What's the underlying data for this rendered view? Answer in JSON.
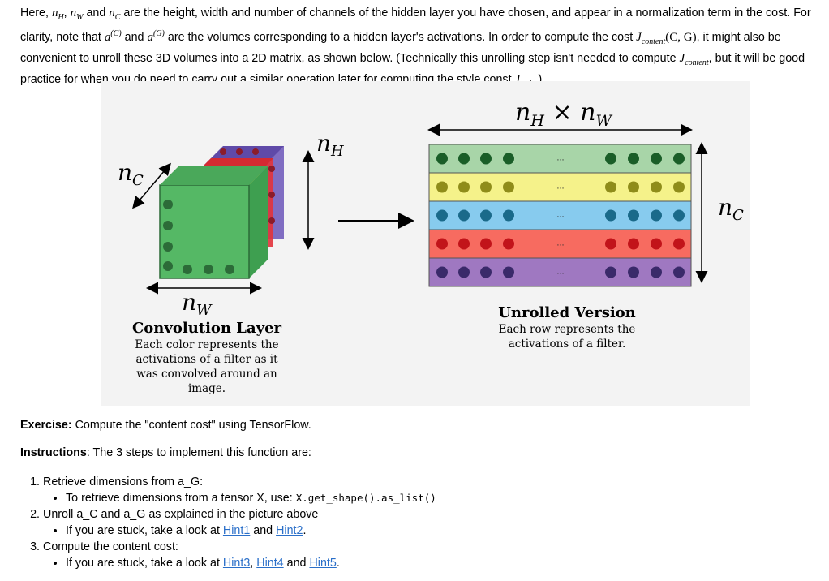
{
  "intro": {
    "t1": "Here, ",
    "nh": "n",
    "nh_sub": "H",
    "comma1": ", ",
    "nw": "n",
    "nw_sub": "W",
    "and1": " and ",
    "nc": "n",
    "nc_sub": "C",
    "t2": " are the height, width and number of channels of the hidden layer you have chosen, and appear in a normalization term in the cost. For clarity, note that ",
    "aC": "a",
    "aC_sup": "(C)",
    "and2": " and ",
    "aG": "a",
    "aG_sup": "(G)",
    "t3": " are the volumes corresponding to a hidden layer's activations. In order to compute the cost ",
    "J1": "J",
    "J1_sub": "content",
    "J1_args": "(C, G)",
    "t4": ", it might also be convenient to unroll these 3D volumes into a 2D matrix, as shown below. (Technically this unrolling step isn't needed to compute ",
    "J2": "J",
    "J2_sub": "content",
    "t5": ", but it will be good practice for when you do need to carry out a similar operation later for computing the style const ",
    "J3": "J",
    "J3_sub": "style",
    "t6": ".)"
  },
  "figure": {
    "conv_title": "Convolution Layer",
    "conv_desc": [
      "Each color represents the",
      "activations of a filter as it",
      "was convolved around an",
      "image."
    ],
    "unrolled_title": "Unrolled Version",
    "unrolled_desc": [
      "Each row represents the",
      "activations of a filter."
    ],
    "label_nc": "n",
    "label_nc_sub": "C",
    "label_nh": "n",
    "label_nh_sub": "H",
    "label_nw": "n",
    "label_nw_sub": "W",
    "label_top_a": "n",
    "label_top_a_sub": "H",
    "label_top_x": " × ",
    "label_top_b": "n",
    "label_top_b_sub": "W",
    "ellipsis": "...",
    "row_colors": [
      "#a8d5a8",
      "#f5f28a",
      "#87cbee",
      "#f76b60",
      "#9f78c1"
    ],
    "dot_colors": [
      "#1a5e28",
      "#8f8c1a",
      "#1a6a8a",
      "#c2141a",
      "#3a2a6a"
    ]
  },
  "exercise": {
    "label": "Exercise:",
    "text": " Compute the \"content cost\" using TensorFlow."
  },
  "instructions": {
    "label": "Instructions",
    "text": ": The 3 steps to implement this function are:"
  },
  "steps": [
    {
      "text": "Retrieve dimensions from a_G:",
      "sub_pre": "To retrieve dimensions from a tensor X, use: ",
      "sub_code": "X.get_shape().as_list()"
    },
    {
      "text": "Unroll a_C and a_G as explained in the picture above",
      "sub_pre": "If you are stuck, take a look at ",
      "link1": "Hint1",
      "mid": " and ",
      "link2": "Hint2",
      "end": "."
    },
    {
      "text": "Compute the content cost:",
      "sub_pre": "If you are stuck, take a look at ",
      "link1": "Hint3",
      "mid1": ", ",
      "link2": "Hint4",
      "mid2": " and ",
      "link3": "Hint5",
      "end": "."
    }
  ]
}
